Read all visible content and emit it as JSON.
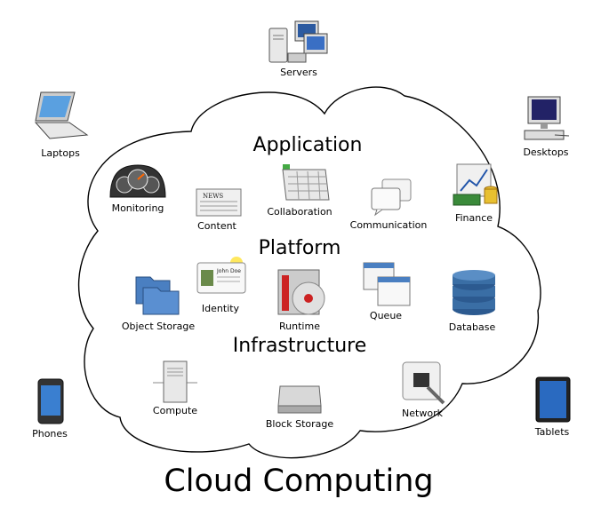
{
  "title": "Cloud Computing",
  "sections": {
    "application": "Application",
    "platform": "Platform",
    "infrastructure": "Infrastructure"
  },
  "devices": {
    "servers": "Servers",
    "laptops": "Laptops",
    "desktops": "Desktops",
    "phones": "Phones",
    "tablets": "Tablets"
  },
  "application_items": {
    "monitoring": "Monitoring",
    "content": "Content",
    "collaboration": "Collaboration",
    "communication": "Communication",
    "finance": "Finance"
  },
  "platform_items": {
    "object_storage": "Object Storage",
    "identity": "Identity",
    "identity_card_name": "John Doe",
    "runtime": "Runtime",
    "queue": "Queue",
    "database": "Database"
  },
  "infrastructure_items": {
    "compute": "Compute",
    "block_storage": "Block Storage",
    "network": "Network"
  },
  "content_icon_text": "NEWS",
  "colors": {
    "cloud_stroke": "#000000",
    "database_blue": "#3a6ea5",
    "folder_blue": "#4a7fc1",
    "runtime_red": "#cc2222",
    "finance_green": "#3a8a3a"
  }
}
